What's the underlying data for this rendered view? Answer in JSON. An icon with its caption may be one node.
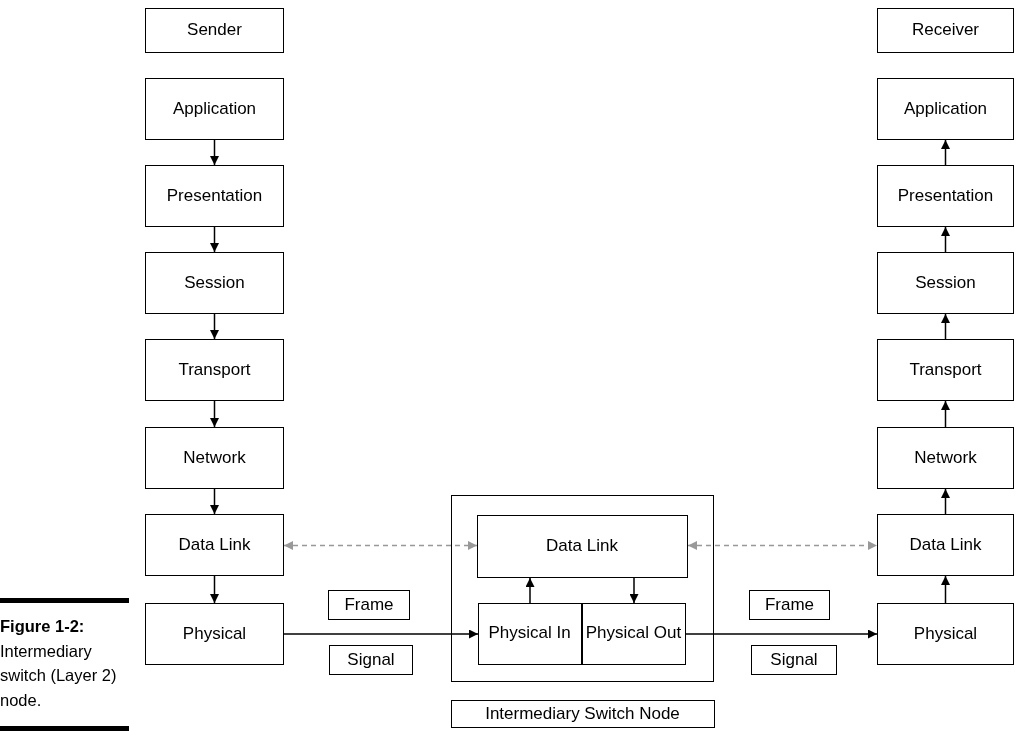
{
  "diagram": {
    "caption": "**Figure 1-2:** Intermediary switch (Layer 2) node.",
    "nodes": [
      {
        "text": [
          "Sender"
        ]
      },
      {
        "text": [
          "Application"
        ]
      },
      {
        "text": [
          "Presentation"
        ]
      },
      {
        "text": [
          "Session"
        ]
      },
      {
        "text": [
          "Transport"
        ]
      },
      {
        "text": [
          "Network"
        ]
      },
      {
        "text": [
          "Data Link"
        ]
      },
      {
        "text": [
          "Physical"
        ]
      },
      {
        "text": [
          "Intermediary Switch Node"
        ]
      },
      {
        "text": [
          "Data Link"
        ],
        "in": 8
      },
      {
        "text": [
          "Physical In"
        ],
        "in": 8
      },
      {
        "text": [
          "Physical Out"
        ],
        "in": 8
      },
      {
        "text": [
          "Receiver"
        ]
      },
      {
        "text": [
          "Application"
        ]
      },
      {
        "text": [
          "Presentation"
        ]
      },
      {
        "text": [
          "Session"
        ]
      },
      {
        "text": [
          "Transport"
        ]
      },
      {
        "text": [
          "Network"
        ]
      },
      {
        "text": [
          "Data Link"
        ]
      },
      {
        "text": [
          "Physical"
        ]
      }
    ],
    "edges": [
      {
        "from": 1,
        "to": 2,
        "arrow": "to"
      },
      {
        "from": 2,
        "to": 3,
        "arrow": "to"
      },
      {
        "from": 3,
        "to": 4,
        "arrow": "to"
      },
      {
        "from": 4,
        "to": 5,
        "arrow": "to"
      },
      {
        "from": 5,
        "to": 6,
        "arrow": "to"
      },
      {
        "from": 6,
        "to": 7,
        "arrow": "to"
      },
      {
        "from": 6,
        "to": 9,
        "arrow": "both",
        "style": "dashed",
        "color": "#999999",
        "label": "Frame"
      },
      {
        "from": 7,
        "to": 10,
        "arrow": "to",
        "label": "Signal"
      },
      {
        "from": 10,
        "to": 9,
        "arrow": "to"
      },
      {
        "from": 9,
        "to": 11,
        "arrow": "to"
      },
      {
        "from": 9,
        "to": 18,
        "arrow": "both",
        "style": "dashed",
        "color": "#999999",
        "label": "Frame"
      },
      {
        "from": 11,
        "to": 19,
        "arrow": "to",
        "label": "Signal"
      },
      {
        "from": 19,
        "to": 18,
        "arrow": "to"
      },
      {
        "from": 18,
        "to": 17,
        "arrow": "to"
      },
      {
        "from": 17,
        "to": 16,
        "arrow": "to"
      },
      {
        "from": 16,
        "to": 15,
        "arrow": "to"
      },
      {
        "from": 15,
        "to": 14,
        "arrow": "to"
      },
      {
        "from": 14,
        "to": 13,
        "arrow": "to"
      }
    ]
  }
}
